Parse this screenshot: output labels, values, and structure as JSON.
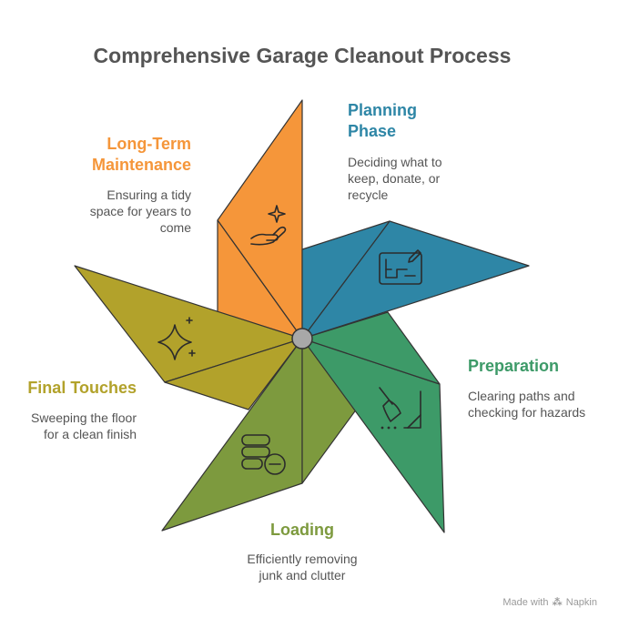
{
  "title": "Comprehensive Garage Cleanout Process",
  "colors": {
    "planning": "#2e86a6",
    "preparation": "#3d9a68",
    "loading": "#7d9a3e",
    "final": "#b2a22b",
    "maintenance": "#f5963a",
    "hub": "#a8a8a8",
    "title_text": "#555555"
  },
  "steps": {
    "planning": {
      "title_line1": "Planning",
      "title_line2": "Phase",
      "desc_lines": [
        "Deciding what to",
        "keep, donate, or",
        "recycle"
      ],
      "icon": "blueprint-pencil-icon"
    },
    "preparation": {
      "title": "Preparation",
      "desc_lines": [
        "Clearing paths and",
        "checking for hazards"
      ],
      "icon": "broom-icon"
    },
    "loading": {
      "title": "Loading",
      "desc_lines": [
        "Efficiently removing",
        "junk and clutter"
      ],
      "icon": "storage-remove-icon"
    },
    "final": {
      "title": "Final Touches",
      "desc_lines": [
        "Sweeping the floor",
        "for a clean finish"
      ],
      "icon": "sparkle-icon"
    },
    "maintenance": {
      "title_line1": "Long-Term",
      "title_line2": "Maintenance",
      "desc_lines": [
        "Ensuring a tidy",
        "space for years to",
        "come"
      ],
      "icon": "hand-star-icon"
    }
  },
  "footer": {
    "prefix": "Made with",
    "brand": "Napkin"
  }
}
